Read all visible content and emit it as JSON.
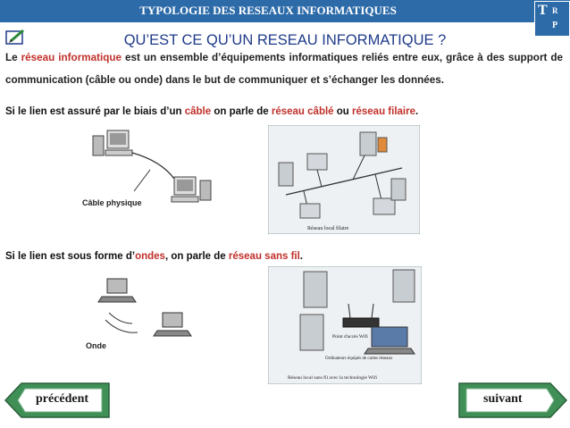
{
  "header": {
    "title": "TYPOLOGIE DES RESEAUX INFORMATIQUES",
    "logo_letters": [
      "T",
      "R",
      "P"
    ]
  },
  "section": {
    "title": "QU’EST CE QU’UN RESEAU INFORMATIQUE ?"
  },
  "definition": {
    "part1": "Le ",
    "term": "réseau informatique",
    "part2": " est un ensemble d’équipements informatiques reliés entre eux, grâce à des support de communication (câble ou onde) dans le but de communiquer  et s’échanger les données."
  },
  "wired": {
    "t1": "Si le lien est assuré par le biais d’un ",
    "k1": "câble",
    "t2": " on parle de ",
    "k2": "réseau câblé",
    "t3": " ou ",
    "k3": "réseau filaire",
    "t4": ".",
    "img1_caption": "Câble physique",
    "img2_caption": "Réseau local filaire"
  },
  "wireless": {
    "t1": "Si le lien est sous forme d’",
    "k1": "ondes",
    "t2": ", on parle de ",
    "k2": "réseau sans fil",
    "t3": ".",
    "img1_caption": "Onde",
    "img2_label_ap": "Point d'accès Wifi",
    "img2_label_clients": "Ordinateurs équipés de cartes réseaux",
    "img2_caption": "Réseau local sans fil avec la technologie Wifi"
  },
  "nav": {
    "prev_label": "précédent",
    "next_label": "suivant"
  },
  "colors": {
    "header_bg": "#2c6aa8",
    "section_title": "#1f3b8a",
    "emphasis": "#c0302a",
    "nav_green": "#2e8b57"
  }
}
